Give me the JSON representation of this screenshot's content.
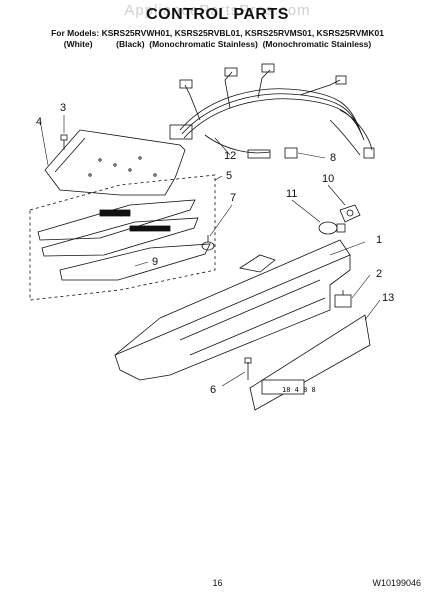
{
  "watermark": "AppliancePartsPros.com",
  "title": "CONTROL PARTS",
  "models_line1": "For Models: KSRS25RVWH01, KSRS25RVBL01, KSRS25RVMS01, KSRS25RVMK01",
  "models_line2": "(White)          (Black)  (Monochromatic Stainless)  (Monochromatic Stainless)",
  "callouts": [
    "1",
    "2",
    "3",
    "4",
    "5",
    "6",
    "7",
    "8",
    "9",
    "10",
    "11",
    "12",
    "13"
  ],
  "footer": {
    "page_number": "16",
    "doc_number": "W10199046"
  },
  "label_text": "18 4 8 8"
}
